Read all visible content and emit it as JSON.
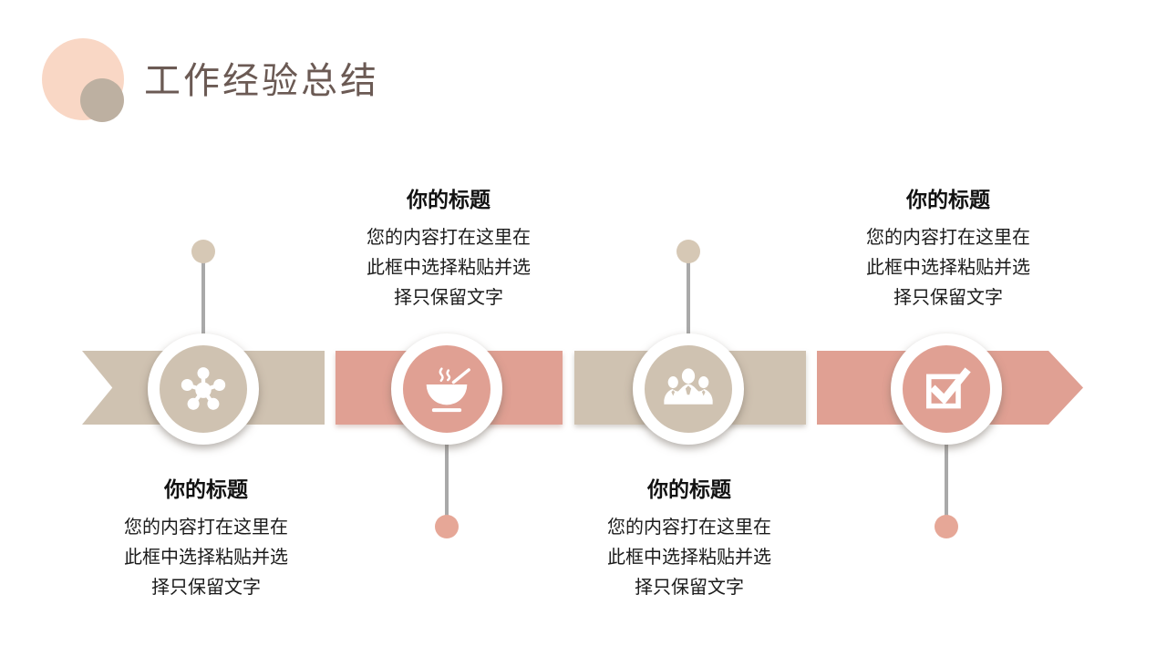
{
  "slide": {
    "title": "工作经验总结",
    "colors": {
      "taupe_band": "#cfc2b1",
      "salmon_band": "#e0a093",
      "peach_decoration": "#f9d7c5",
      "taupe_decoration": "#bdb0a1",
      "stem_gray": "#a9a9a9",
      "title_text": "#6b5a54",
      "body_text": "#1b1b1b"
    }
  },
  "steps": [
    {
      "icon": "network-icon",
      "node_color": "taupe",
      "text_position": "below",
      "title": "你的标题",
      "body_lines": [
        "您的内容打在这里在",
        "此框中选择粘贴并选",
        "择只保留文字"
      ]
    },
    {
      "icon": "food-bowl-icon",
      "node_color": "salmon",
      "text_position": "above",
      "title": "你的标题",
      "body_lines": [
        "您的内容打在这里在",
        "此框中选择粘贴并选",
        "择只保留文字"
      ]
    },
    {
      "icon": "team-icon",
      "node_color": "taupe",
      "text_position": "below",
      "title": "你的标题",
      "body_lines": [
        "您的内容打在这里在",
        "此框中选择粘贴并选",
        "择只保留文字"
      ]
    },
    {
      "icon": "checkbox-icon",
      "node_color": "salmon",
      "text_position": "above",
      "title": "你的标题",
      "body_lines": [
        "您的内容打在这里在",
        "此框中选择粘贴并选",
        "择只保留文字"
      ]
    }
  ]
}
